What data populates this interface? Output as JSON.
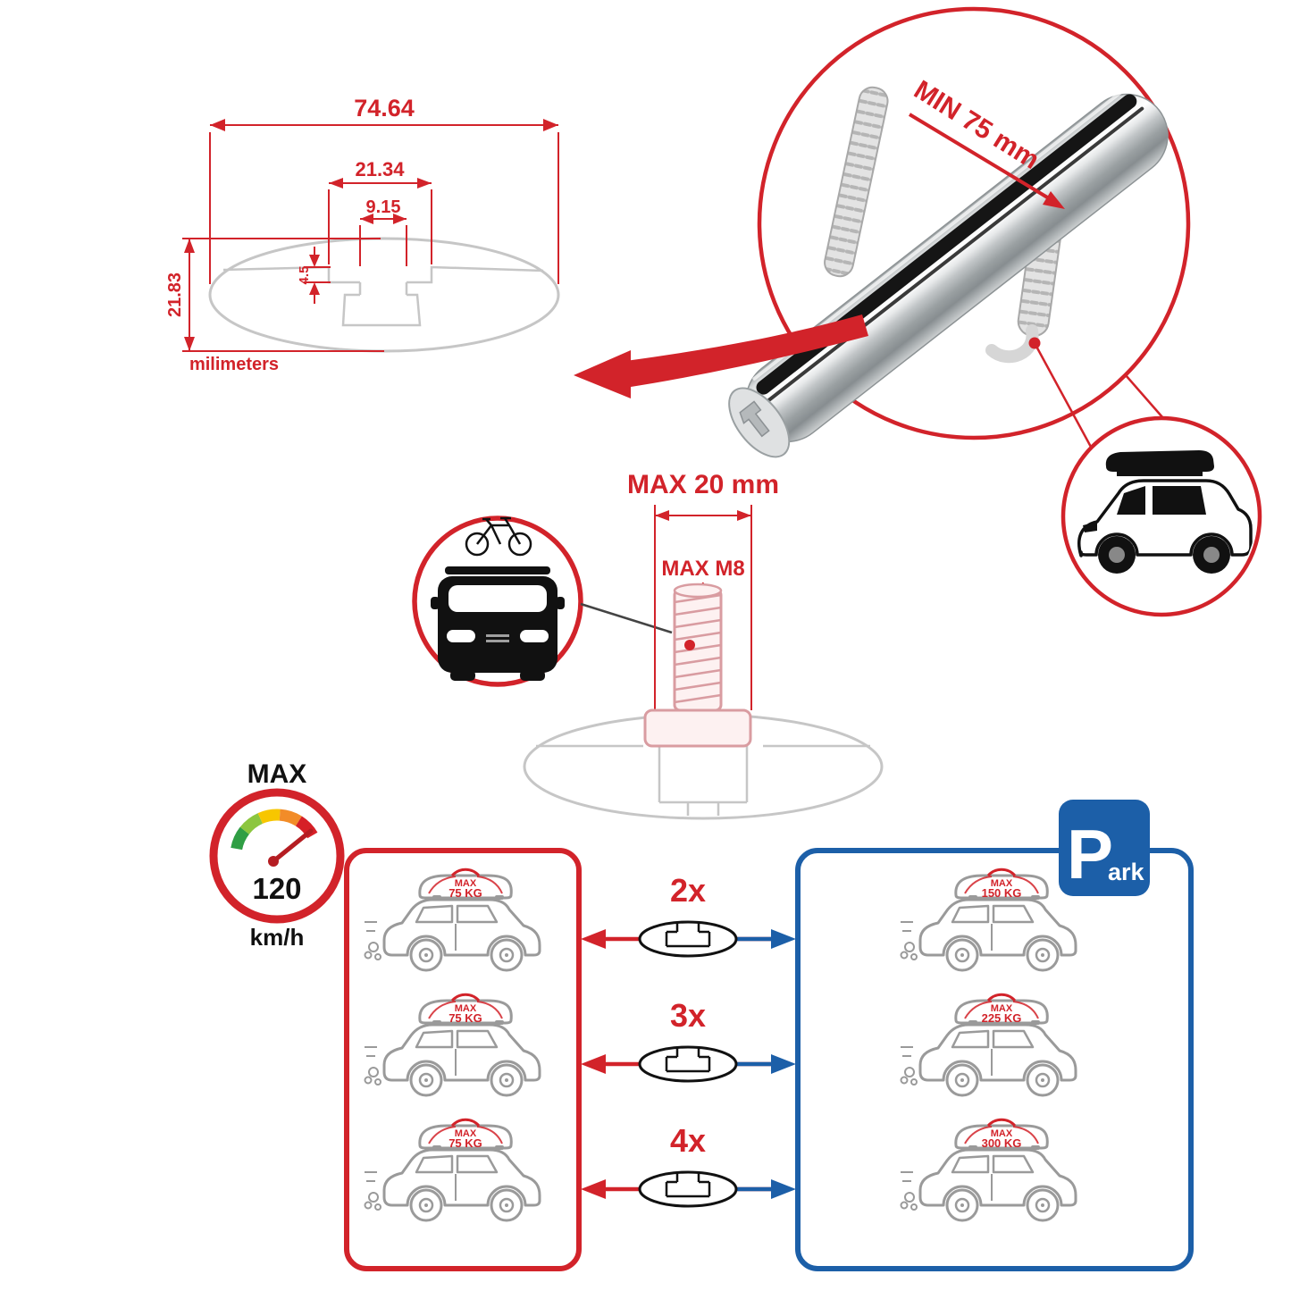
{
  "colors": {
    "accent_red": "#d2232a",
    "accent_blue": "#1c5fa8",
    "technical_gray": "#c6c6c6",
    "car_outline_gray": "#9a9a9a",
    "ink_black": "#111111"
  },
  "dimensions": {
    "total_width": "74.64",
    "channel_width": "21.34",
    "slot_width": "9.15",
    "lip_depth": "4.5",
    "total_height": "21.83",
    "units": "milimeters"
  },
  "bar_detail": {
    "clamp_min": "MIN 75 mm"
  },
  "bolt_detail": {
    "max_length": "MAX 20 mm",
    "max_thread": "MAX M8"
  },
  "speed": {
    "label": "MAX",
    "value": "120",
    "unit": "km/h"
  },
  "parking": {
    "letter": "P",
    "rest": "ark"
  },
  "load_left": [
    {
      "max": "MAX",
      "kg": "75 KG"
    },
    {
      "max": "MAX",
      "kg": "75 KG"
    },
    {
      "max": "MAX",
      "kg": "75 KG"
    }
  ],
  "load_right": [
    {
      "max": "MAX",
      "kg": "150 KG"
    },
    {
      "max": "MAX",
      "kg": "225 KG"
    },
    {
      "max": "MAX",
      "kg": "300 KG"
    }
  ],
  "multipliers": [
    "2x",
    "3x",
    "4x"
  ]
}
